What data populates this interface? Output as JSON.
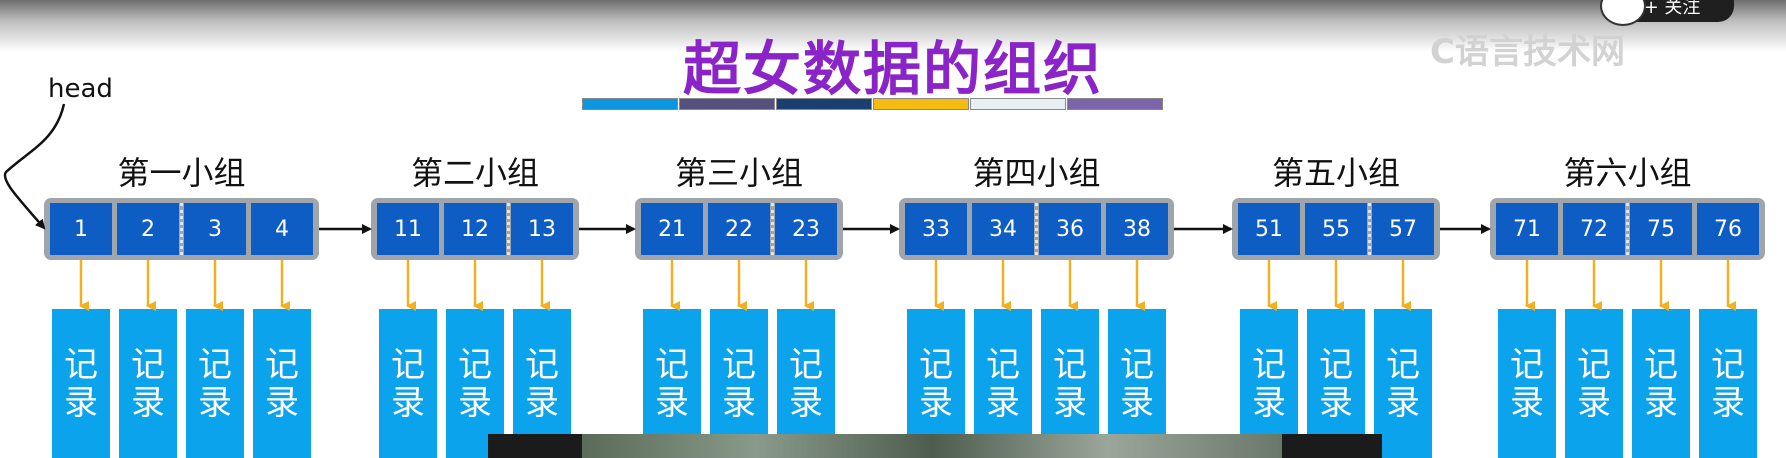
{
  "title": "超女数据的组织",
  "head_label": "head",
  "record_label": "记录",
  "watermark": "C语言技术网",
  "follow_button": "+ 关注",
  "colors": {
    "title": "#8a24c8",
    "key_fill": "#0e5dc4",
    "record_fill": "#0aa3ec",
    "group_border": "#a0a4ab",
    "arrow_down": "#f0b020"
  },
  "color_bar": [
    "#0a96e0",
    "#55507e",
    "#1b3f70",
    "#f4bb10",
    "#e8eef2",
    "#7a64aa"
  ],
  "groups": [
    {
      "label": "第一小组",
      "keys": [
        "1",
        "2",
        "3",
        "4"
      ]
    },
    {
      "label": "第二小组",
      "keys": [
        "11",
        "12",
        "13"
      ]
    },
    {
      "label": "第三小组",
      "keys": [
        "21",
        "22",
        "23"
      ]
    },
    {
      "label": "第四小组",
      "keys": [
        "33",
        "34",
        "36",
        "38"
      ]
    },
    {
      "label": "第五小组",
      "keys": [
        "51",
        "55",
        "57"
      ]
    },
    {
      "label": "第六小组",
      "keys": [
        "71",
        "72",
        "75",
        "76"
      ]
    }
  ]
}
